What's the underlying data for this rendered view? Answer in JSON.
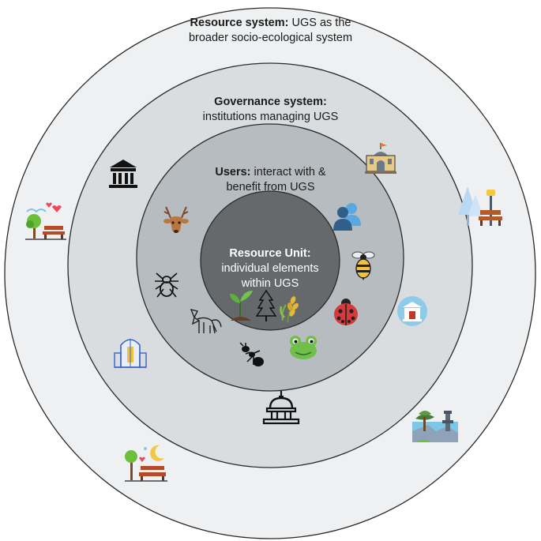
{
  "rings": {
    "resource_system": {
      "title": "Resource system:",
      "text_line1": " UGS as the",
      "text_line2": "broader socio-ecological system",
      "fill": "#eef0f1"
    },
    "governance_system": {
      "title": "Governance system:",
      "text": "institutions managing UGS",
      "fill": "#d9dde0"
    },
    "users": {
      "title": "Users:",
      "text_line1": " interact with &",
      "text_line2": "benefit from UGS",
      "fill": "#b7bcc0"
    },
    "resource_unit": {
      "title": "Resource Unit:",
      "text_line1": "individual elements",
      "text_line2": "within UGS",
      "fill": "#66696c"
    }
  },
  "icons": {
    "resource_system": [
      "park-bench-hearts-icon",
      "snowy-park-lamp-icon",
      "glass-greenhouse-icon",
      "park-bench-night-icon",
      "japanese-garden-icon"
    ],
    "governance_system": [
      "government-building-icon",
      "capitol-dome-icon",
      "city-hall-icon",
      "museum-badge-icon"
    ],
    "users": [
      "deer-icon",
      "spider-icon",
      "fox-icon",
      "ant-icon",
      "frog-icon",
      "ladybug-icon",
      "bee-icon",
      "people-icon"
    ],
    "resource_unit": [
      "seedling-icon",
      "pine-tree-icon",
      "wheat-icon"
    ]
  }
}
